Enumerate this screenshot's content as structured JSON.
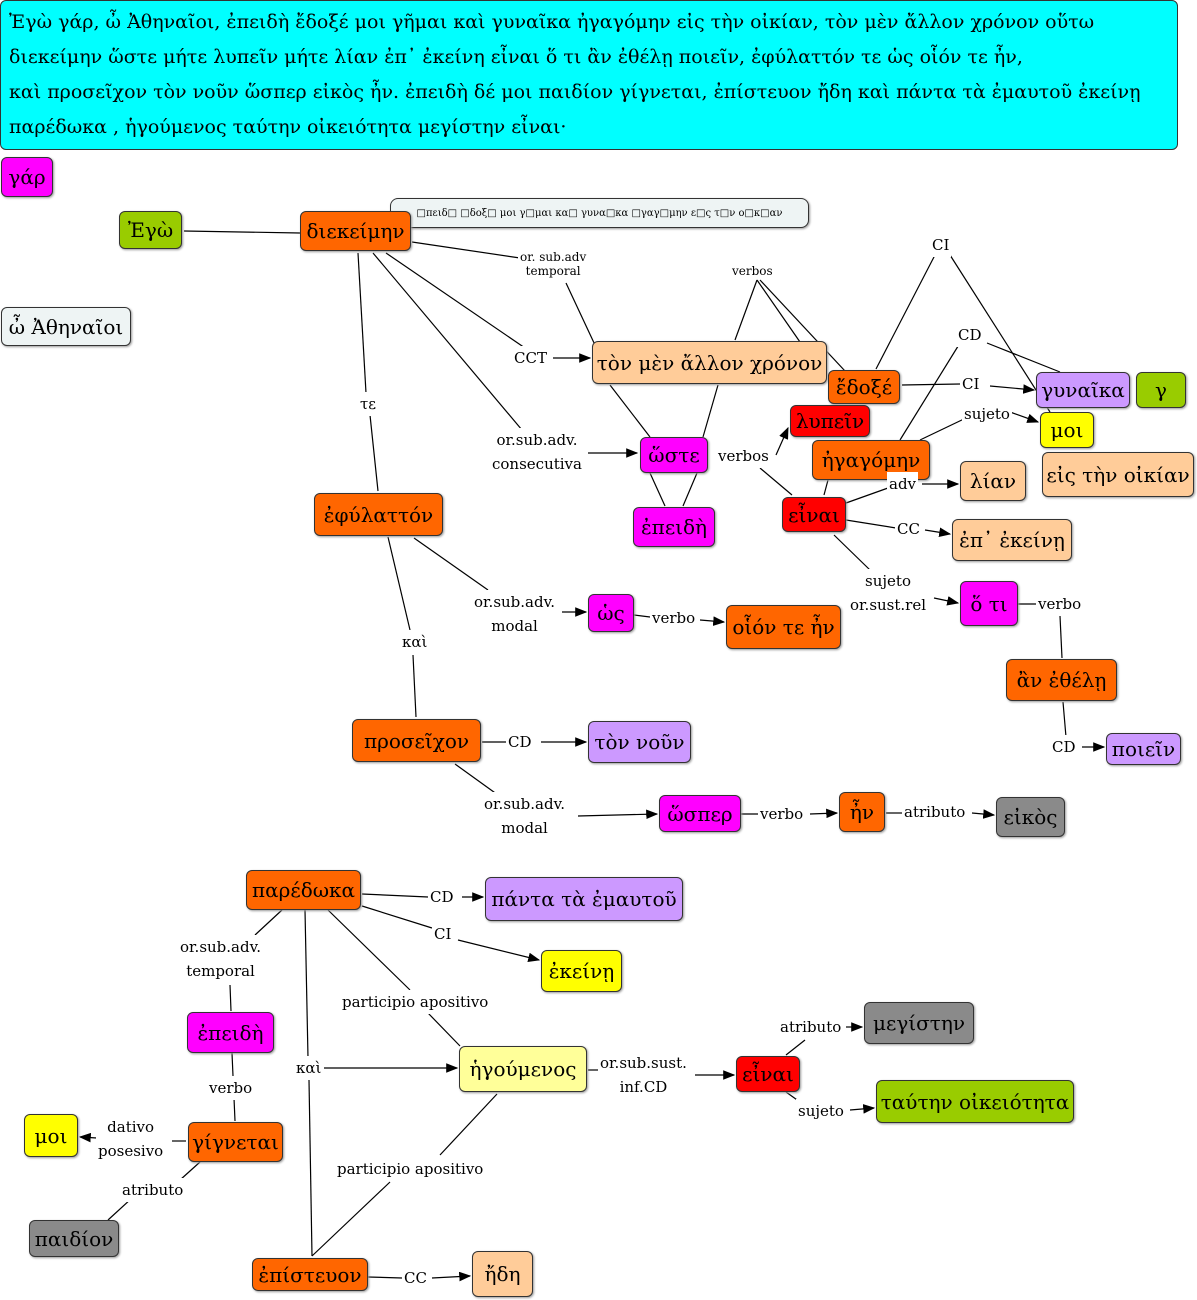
{
  "text": [
    "Ἐγὼ γάρ, ὦ Ἀθηναῖοι, ἐπειδὴ ἔδοξέ μοι γῆμαι  καὶ γυναῖκα ἠγαγόμην  εἰς τὴν οἰκίαν, τὸν μὲν ἄλλον χρόνον οὕτω",
    "διεκείμην ὥστε  μήτε λυπεῖν μήτε λίαν  ἐπ᾽ ἐκείνη εἶναι ὅ τι ἂν ἐθέλῃ ποιεῖν, ἐφύλαττόν τε  ὡς οἷόν τε ἦν,",
    " καὶ προσεῖχον τὸν νοῦν ὥσπερ εἰκὸς ἦν. ἐπειδὴ δέ μοι παιδίον γίγνεται, ἐπίστευον ἤδη καὶ πάντα τὰ ἐμαυτοῦ ἐκείνῃ",
    "παρέδωκα , ἡγούμενος ταύτην οἰκειότητα μεγίστην εἶναι·"
  ],
  "tooltip": "□πειδ□ □δοξ□ μοι γ□μαι  κα□ γυνα□κα □γαγ□μην  ε□ς τ□ν ο□κ□αν",
  "nodes": {
    "gar": "γάρ",
    "ego": "Ἐγὼ",
    "diekeimen": "διεκείμην",
    "athenaioi": "ὦ Ἀθηναῖοι",
    "chronon": "τὸν μὲν ἄλλον χρόνον",
    "edoxe": "ἔδοξέ",
    "lypein": "λυπεῖν",
    "egagomen": "ἠγαγόμην",
    "gynaika_g": "γ",
    "gynaika": "γυναῖκα",
    "moi1": "μοι",
    "oikian": "εἰς τὴν οἰκίαν",
    "hoste": "ὥστε",
    "lian": "λίαν",
    "einai1": "εἶναι",
    "epeide1": "ἐπειδὴ",
    "ephylatton": "ἐφύλαττόν",
    "ekeine1": "ἐπ᾽ ἐκείνῃ",
    "hos": "ὡς",
    "hoion": "οἷόν τε ἦν",
    "hoti": "ὅ τι",
    "ethele": "ἂν ἐθέλῃ",
    "proseichon": "προσεῖχον",
    "noun": "τὸν νοῦν",
    "poiein": "ποιεῖν",
    "hosper": "ὥσπερ",
    "en": "ἦν",
    "eikos": "εἰκὸς",
    "paredoka": "παρέδωκα",
    "panta": "πάντα τὰ ἐμαυτοῦ",
    "ekeine2": "ἐκείνῃ",
    "epeide2": "ἐπειδὴ",
    "hegoumenos": "ἡγούμενος",
    "einai2": "εἶναι",
    "megisten": "μεγίστην",
    "oikeioteta": "ταύτην οἰκειότητα",
    "moi2": "μοι",
    "gignetai": "γίγνεται",
    "paidion": "παιδίον",
    "episteuon": "ἐπίστευον",
    "ede": "ἤδη"
  },
  "links": {
    "temporal1": "or. sub.adv\ntemporal",
    "verbos1": "verbos",
    "ci1": "CI",
    "cd1": "CD",
    "cct": "CCT",
    "sujeto_ci": "sujeto",
    "ci2": "CI",
    "te": "τε",
    "consecutiva": "or.sub.adv.\nconsecutiva",
    "verbos2": "verbos",
    "adv": "adv",
    "cc1": "CC",
    "sujeto_rel": "sujeto\nor.sust.rel",
    "verbo_hoti": "verbo",
    "modal1": "or.sub.adv.\nmodal",
    "verbo1": "verbo",
    "kai1": "καὶ",
    "cd2": "CD",
    "cd3": "CD",
    "modal2": "or.sub.adv.\nmodal",
    "verbo2": "verbo",
    "atributo1": "atributo",
    "cd4": "CD",
    "ci3": "CI",
    "temporal2": "or.sub.adv.\ntemporal",
    "part1": "participio apositivo",
    "kai2": "καὶ",
    "sust": "or.sub.sust.\ninf.CD",
    "atributo2": "atributo",
    "sujeto2": "sujeto",
    "verbo3": "verbo",
    "dativo": "dativo\nposesivo",
    "atributo3": "atributo",
    "part2": "participio apositivo",
    "cc2": "CC"
  },
  "colors": {
    "header": "#00ffff",
    "verb": "#ff6600",
    "infinitive": "#ff0000",
    "conjunction": "#ff00ff",
    "complement": "#ffcc99",
    "object": "#cc99ff",
    "attribute": "#8a8a8a",
    "dative": "#ffff00",
    "subject": "#99cc00"
  }
}
